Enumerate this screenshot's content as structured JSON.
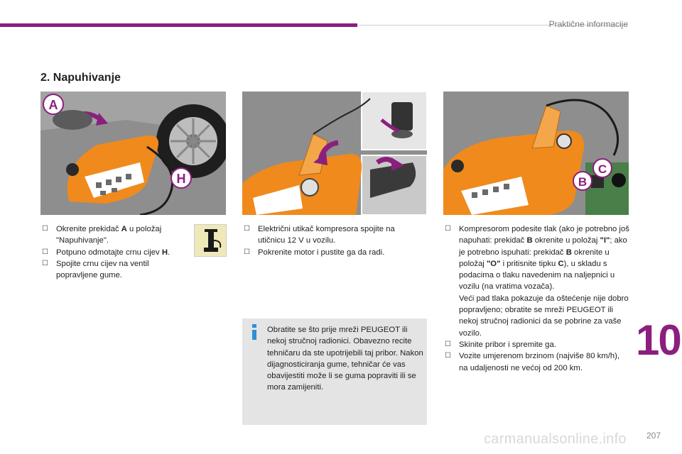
{
  "header": {
    "title": "Praktične informacije"
  },
  "section": {
    "title": "2. Napuhivanje"
  },
  "illustrations": {
    "labels": [
      "A",
      "H",
      "B",
      "C"
    ]
  },
  "col1": {
    "items": [
      {
        "pre": "Okrenite prekidač ",
        "bold": "A",
        "post": " u položaj \"Napuhivanje\"."
      },
      {
        "pre": "Potpuno odmotajte crnu cijev ",
        "bold": "H",
        "post": "."
      },
      {
        "pre": "Spojite crnu cijev na ventil popravljene gume.",
        "bold": "",
        "post": ""
      }
    ]
  },
  "col2": {
    "items": [
      "Električni utikač kompresora spojite na utičnicu 12 V u vozilu.",
      "Pokrenite motor i pustite ga da radi."
    ]
  },
  "infobox": {
    "text": "Obratite se što prije mreži PEUGEOT ili nekoj stručnoj radionici. Obavezno recite tehničaru da ste upotrijebili taj pribor. Nakon dijagnosticiranja gume, tehničar će vas obavijestiti može li se guma popraviti ili se mora zamijeniti."
  },
  "col3": {
    "p1_a": "Kompresorom podesite tlak (ako je potrebno još napuhati: prekidač ",
    "p1_b": "B",
    "p1_c": " okrenite u položaj ",
    "p1_d": "\"I\"",
    "p1_e": "; ako je potrebno ispuhati: prekidač ",
    "p1_f": "B",
    "p1_g": " okrenite u položaj ",
    "p1_h": "\"O\"",
    "p1_i": " i pritisnite tipku ",
    "p1_j": "C",
    "p1_k": "), u skladu s podacima o tlaku navedenim na naljepnici u vozilu (na vratima vozača).",
    "p1_l": "Veći pad tlaka pokazuje da oštećenje nije dobro popravljeno; obratite se mreži PEUGEOT ili nekoj stručnoj radionici da se pobrine za vaše vozilo.",
    "items": [
      "Skinite pribor i spremite ga.",
      "Vozite umjerenom brzinom (najviše 80 km/h), na udaljenosti ne većoj od 200 km."
    ]
  },
  "chapter_number": "10",
  "page_number": "207",
  "watermark": "carmanualsonline.info",
  "colors": {
    "accent": "#8b1f7e",
    "compressor": "#f08a1c",
    "panel": "#8d8d8d"
  }
}
